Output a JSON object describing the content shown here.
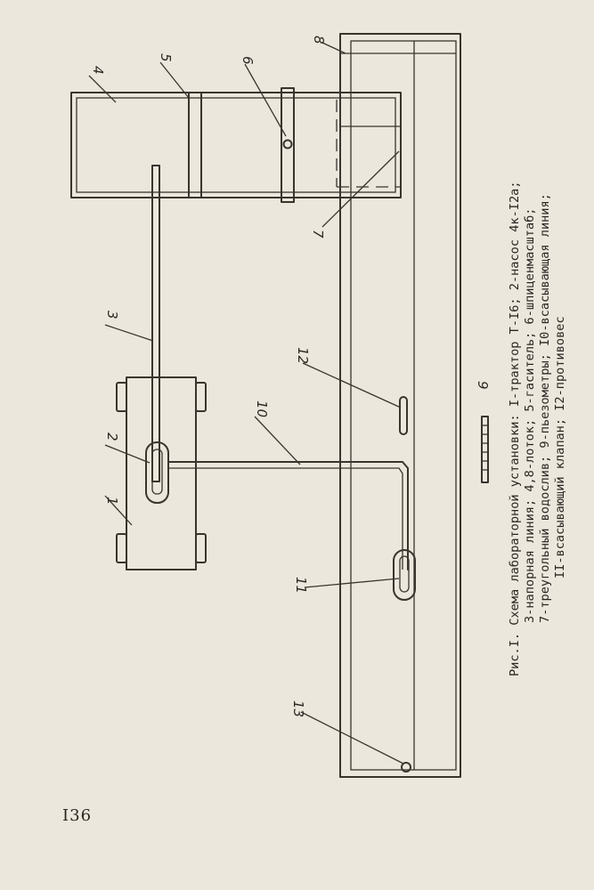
{
  "labels": {
    "n1": "1",
    "n2": "2",
    "n3": "3",
    "n4": "4",
    "n5": "5",
    "n6": "6",
    "n7": "7",
    "n8": "8",
    "n9": "9",
    "n10": "10",
    "n11": "11",
    "n12": "12",
    "n13": "13"
  },
  "caption": {
    "line1": "Рис.I. Схема лабораторной установки: I-трактор Т-I6; 2-насос 4к-I2а;",
    "line2": "3-напорная линия; 4,8-лоток; 5-гаситель; 6-шпиценмасштаб;",
    "line3": "7-треугольный водослив; 9-пьезометры; I0-всасывающая линия;",
    "line4": "II-всасывающий клапан; I2-противовес"
  },
  "page_number": "I36"
}
